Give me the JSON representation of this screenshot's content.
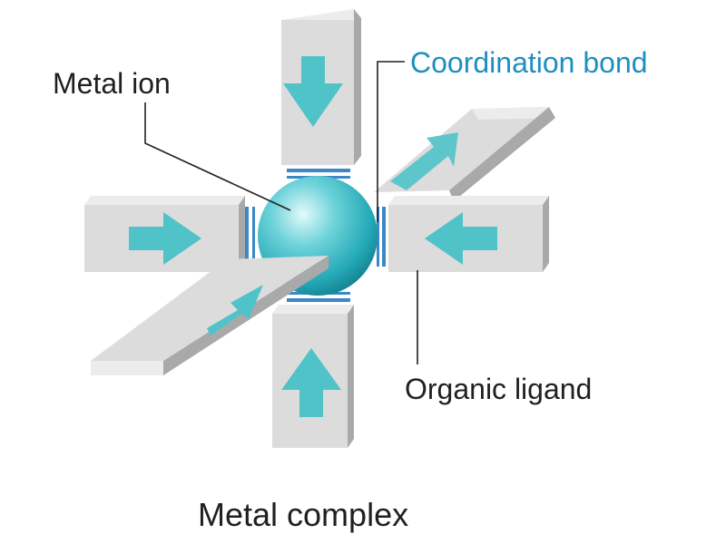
{
  "labels": {
    "metal_ion": "Metal ion",
    "coordination_bond": "Coordination bond",
    "organic_ligand": "Organic ligand",
    "caption": "Metal complex"
  },
  "colors": {
    "label_text": "#231f20",
    "bond_label": "#1e8fbf",
    "bond": "#3b87c7",
    "arrow": "#4fc3c8",
    "ligand_front": "#dcdcdc",
    "ligand_top": "#ececec",
    "ligand_side": "#a9a9a9",
    "sphere_light": "#c8f1f3",
    "sphere_mid": "#2bb8c4",
    "sphere_dark": "#127a8a"
  }
}
